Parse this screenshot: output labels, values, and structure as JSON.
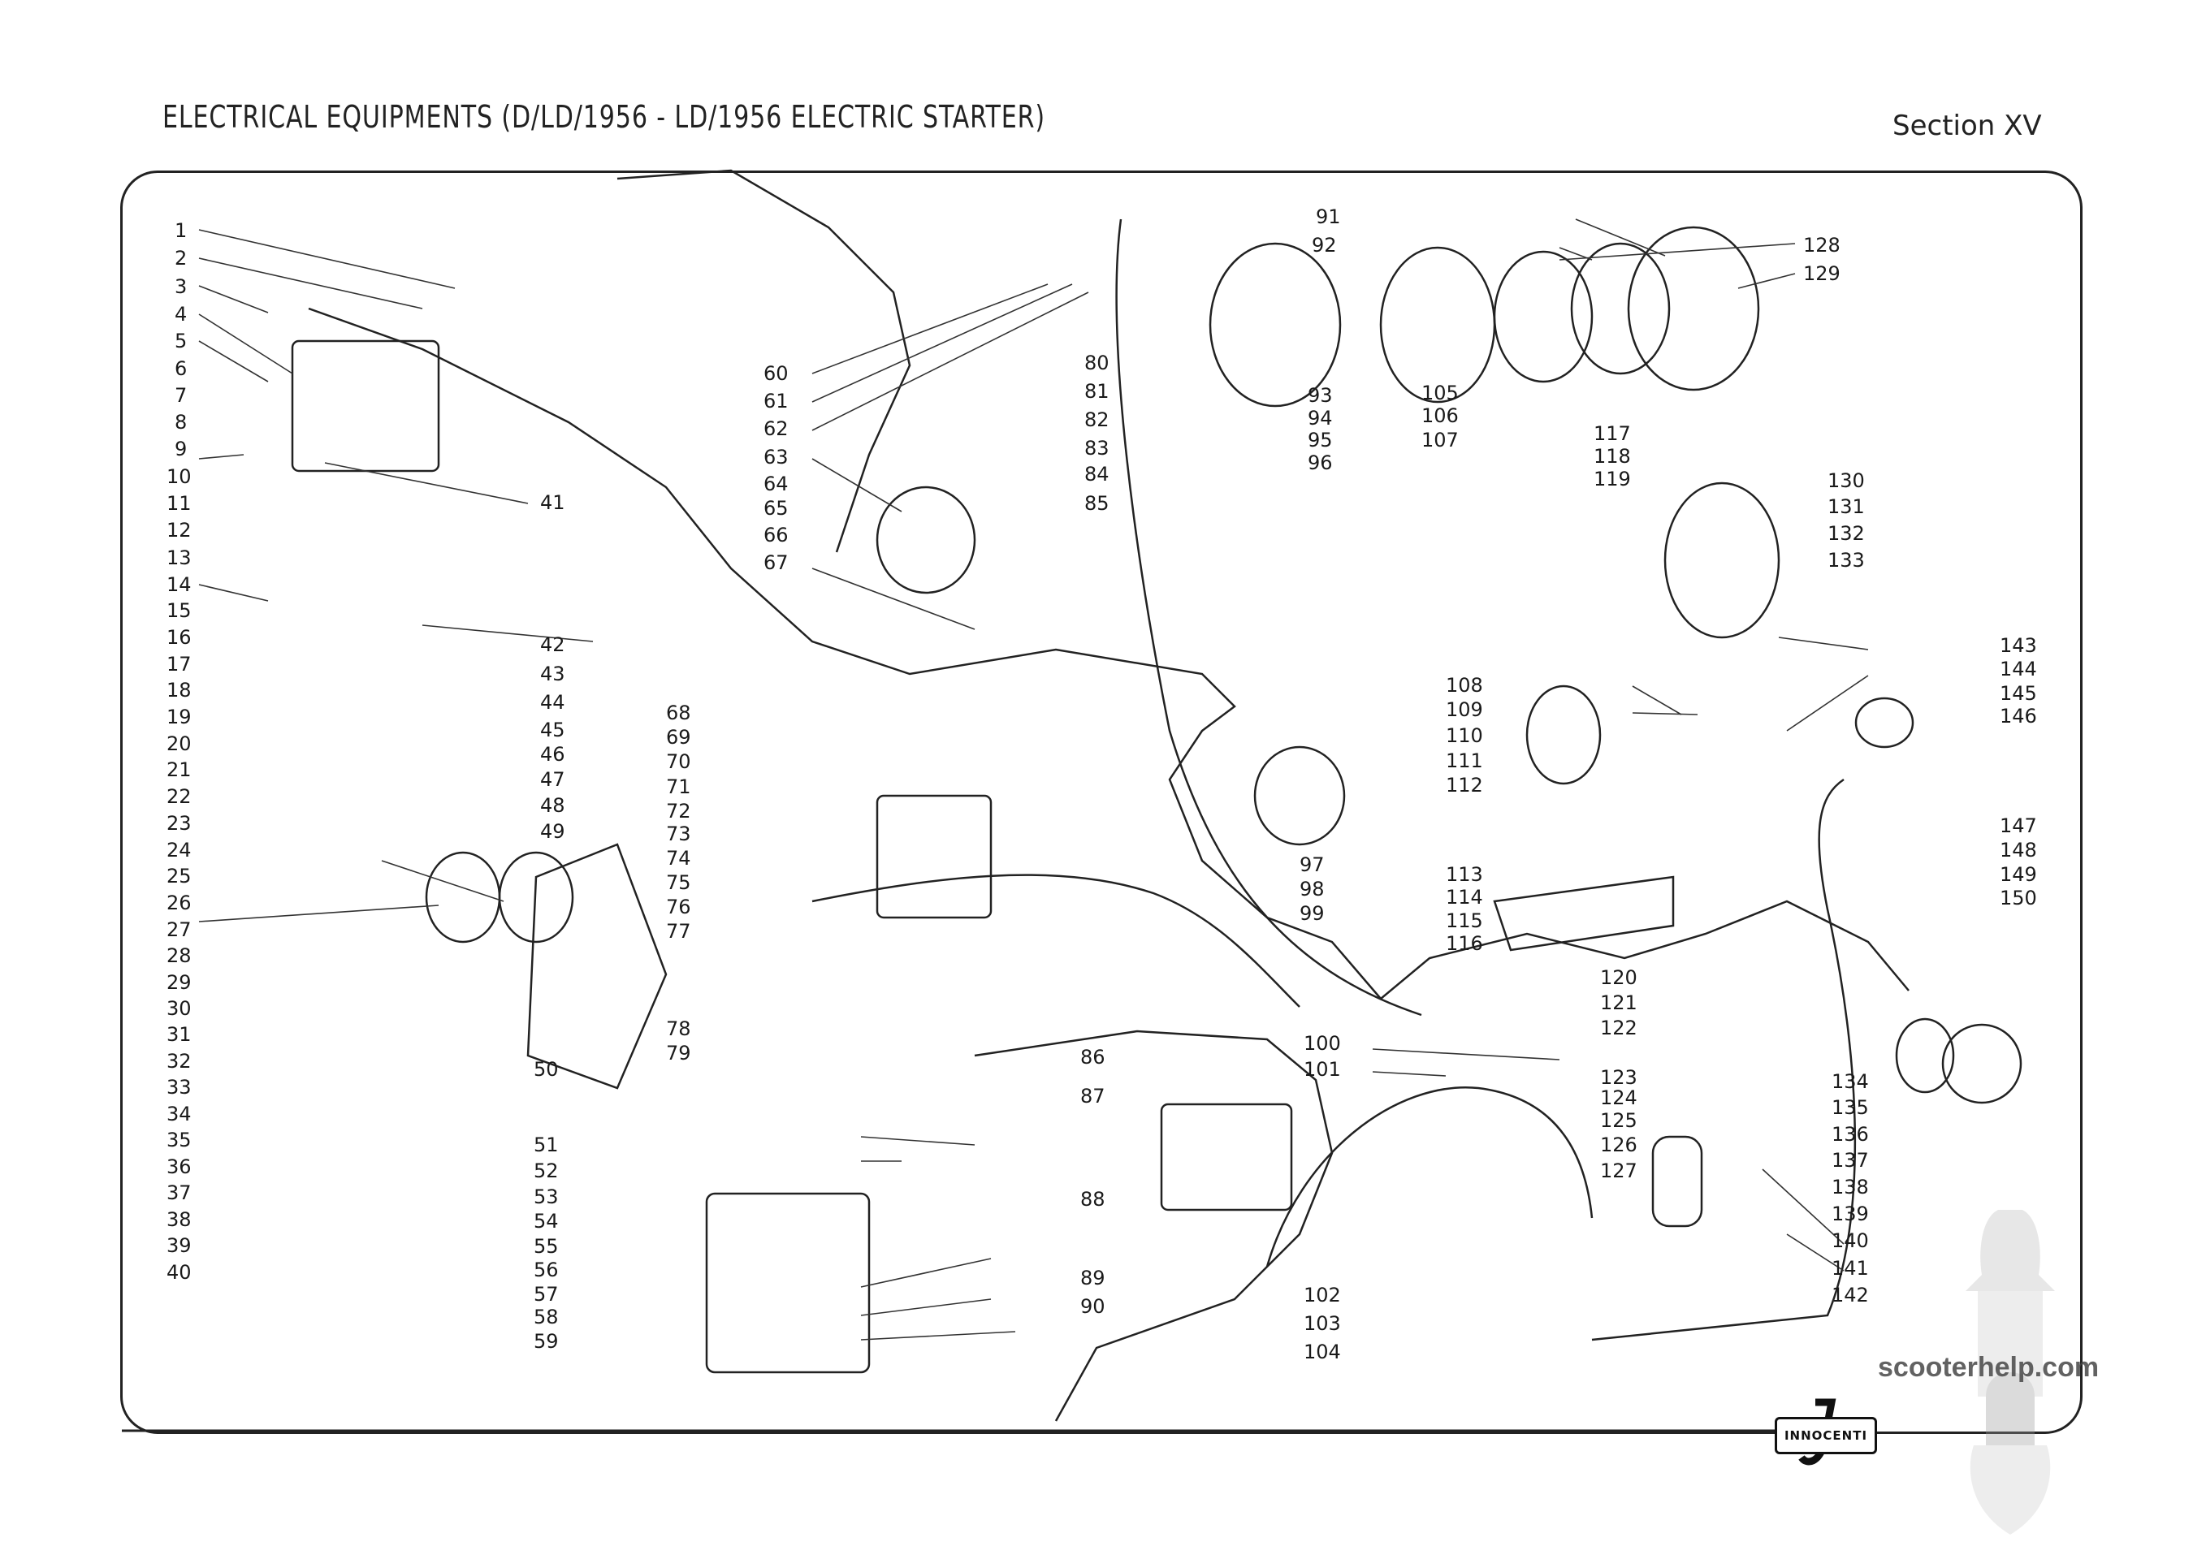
{
  "header": {
    "title": "ELECTRICAL EQUIPMENTS (D/LD/1956 - LD/1956 ELECTRIC STARTER)",
    "section": "Section XV"
  },
  "brand": {
    "logo_text": "INNOCENTI",
    "watermark": "scooterhelp.com"
  },
  "callouts": [
    "1",
    "2",
    "3",
    "4",
    "5",
    "6",
    "7",
    "8",
    "9",
    "10",
    "11",
    "12",
    "13",
    "14",
    "15",
    "16",
    "17",
    "18",
    "19",
    "20",
    "21",
    "22",
    "23",
    "24",
    "25",
    "26",
    "27",
    "28",
    "29",
    "30",
    "31",
    "32",
    "33",
    "34",
    "35",
    "36",
    "37",
    "38",
    "39",
    "40",
    "41",
    "42",
    "43",
    "44",
    "45",
    "46",
    "47",
    "48",
    "49",
    "50",
    "51",
    "52",
    "53",
    "54",
    "55",
    "56",
    "57",
    "58",
    "59",
    "60",
    "61",
    "62",
    "63",
    "64",
    "65",
    "66",
    "67",
    "68",
    "69",
    "70",
    "71",
    "72",
    "73",
    "74",
    "75",
    "76",
    "77",
    "78",
    "79",
    "80",
    "81",
    "82",
    "83",
    "84",
    "85",
    "86",
    "87",
    "88",
    "89",
    "90",
    "91",
    "92",
    "93",
    "94",
    "95",
    "96",
    "97",
    "98",
    "99",
    "100",
    "101",
    "102",
    "103",
    "104",
    "105",
    "106",
    "107",
    "108",
    "109",
    "110",
    "111",
    "112",
    "113",
    "114",
    "115",
    "116",
    "117",
    "118",
    "119",
    "120",
    "121",
    "122",
    "123",
    "124",
    "125",
    "126",
    "127",
    "128",
    "129",
    "130",
    "131",
    "132",
    "133",
    "134",
    "135",
    "136",
    "137",
    "138",
    "139",
    "140",
    "141",
    "142",
    "143",
    "144",
    "145",
    "146",
    "147",
    "148",
    "149",
    "150"
  ]
}
